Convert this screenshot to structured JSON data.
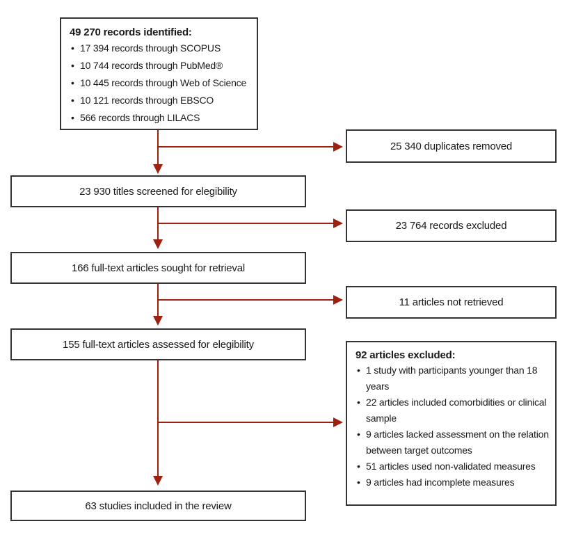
{
  "colors": {
    "arrow": "#9e200f",
    "box-border": "#333333",
    "text": "#1a1a1a",
    "background": "#ffffff"
  },
  "flow": {
    "identification": {
      "title": "49 270 records identified:",
      "items": [
        "17 394 records through SCOPUS",
        "10 744 records through PubMed®",
        "10 445 records through Web of Science",
        "10 121 records through EBSCO",
        "566 records through LILACS"
      ]
    },
    "duplicates_removed": "25 340 duplicates removed",
    "titles_screened": "23 930 titles screened for elegibility",
    "records_excluded": "23 764 records excluded",
    "fulltext_sought": "166 full-text articles sought for retrieval",
    "not_retrieved": "11 articles not retrieved",
    "fulltext_assessed": "155 full-text articles assessed for elegibility",
    "articles_excluded": {
      "title": "92 articles excluded:",
      "items": [
        "1 study with participants younger than 18 years",
        "22 articles included comorbidities or clinical sample",
        "9 articles lacked assessment on the relation between target outcomes",
        "51 articles used non-validated measures",
        "9 articles had incomplete measures"
      ]
    },
    "included": "63 studies included in the review"
  }
}
